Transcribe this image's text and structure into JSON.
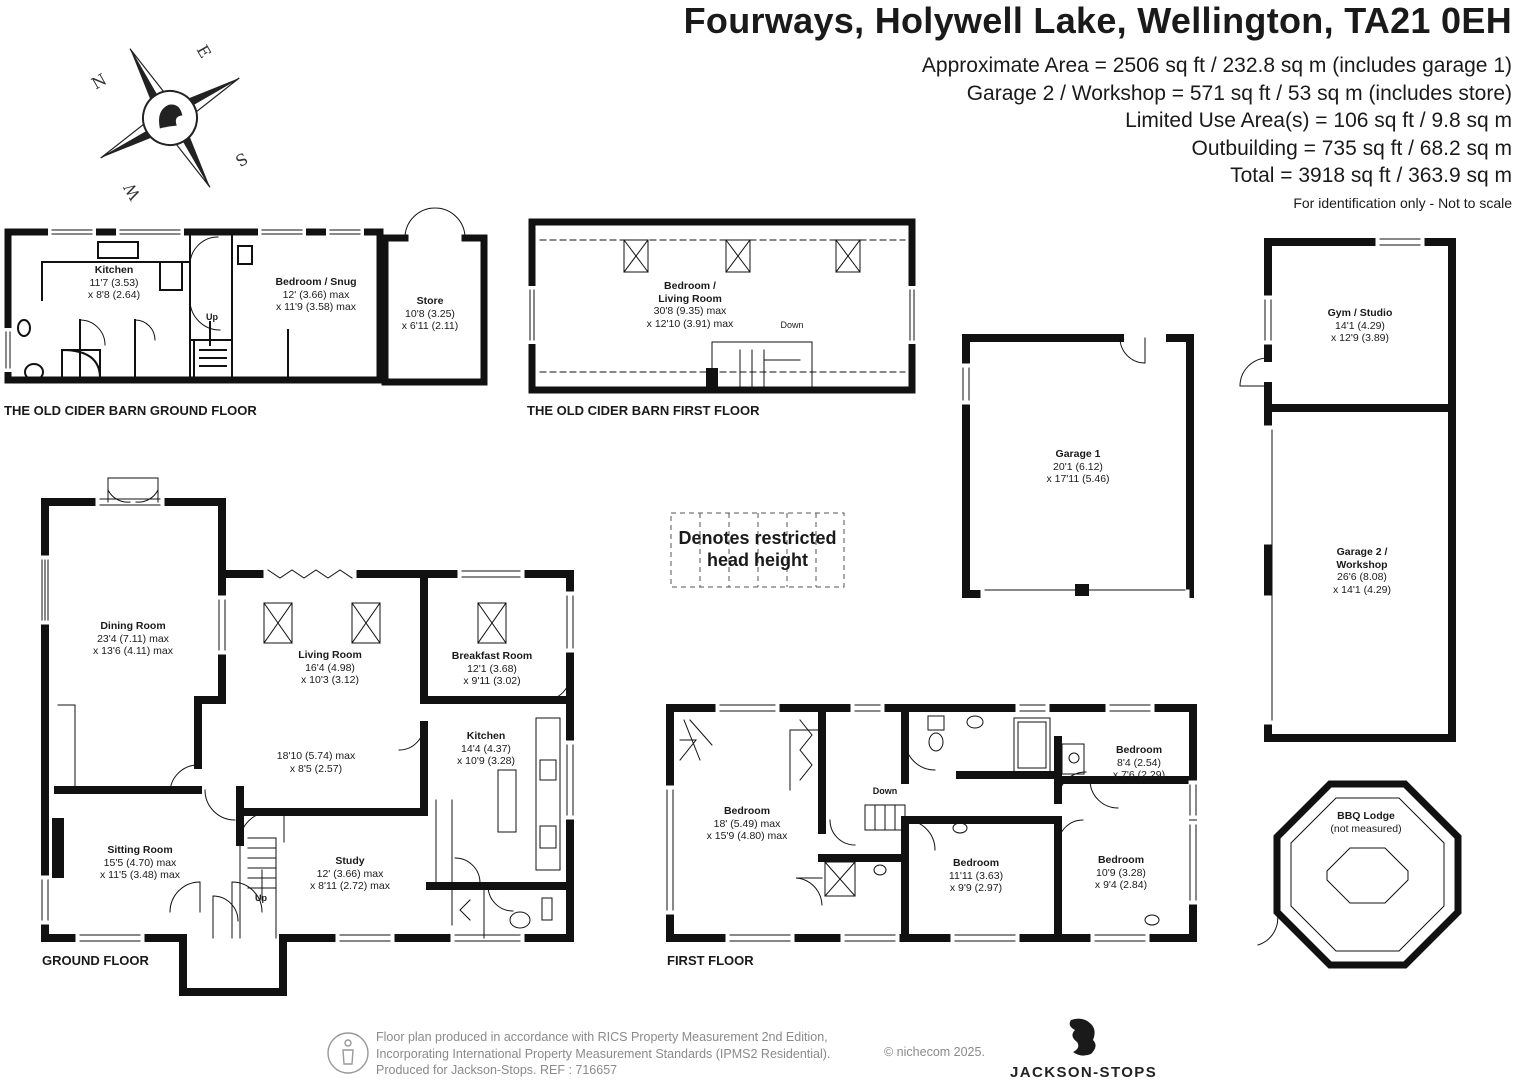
{
  "header": {
    "title": "Fourways, Holywell Lake, Wellington, TA21 0EH",
    "area_lines": [
      "Approximate Area = 2506 sq ft / 232.8 sq m (includes garage 1)",
      "Garage 2 / Workshop = 571 sq ft / 53 sq m (includes store)",
      "Limited Use Area(s) = 106 sq ft / 9.8 sq m",
      "Outbuilding = 735 sq ft / 68.2 sq m",
      "Total = 3918 sq ft / 363.9 sq m"
    ],
    "disclaimer": "For identification only - Not to scale"
  },
  "compass": {
    "letters": [
      "N",
      "E",
      "S",
      "W"
    ]
  },
  "floor_labels": {
    "barn_ground": "THE OLD CIDER BARN GROUND FLOOR",
    "barn_first": "THE OLD CIDER BARN FIRST FLOOR",
    "ground": "GROUND FLOOR",
    "first": "FIRST FLOOR"
  },
  "rooms": {
    "barn_kitchen": {
      "name": "Kitchen",
      "d1": "11'7 (3.53)",
      "d2": "x 8'8 (2.64)"
    },
    "barn_bedroom_snug": {
      "name": "Bedroom / Snug",
      "d1": "12' (3.66) max",
      "d2": "x 11'9 (3.58) max"
    },
    "store": {
      "name": "Store",
      "d1": "10'8 (3.25)",
      "d2": "x 6'11 (2.11)"
    },
    "barn_bedroom_living": {
      "name": "Bedroom /",
      "name2": "Living Room",
      "d1": "30'8 (9.35) max",
      "d2": "x 12'10 (3.91) max"
    },
    "gym": {
      "name": "Gym / Studio",
      "d1": "14'1 (4.29)",
      "d2": "x 12'9 (3.89)"
    },
    "garage1": {
      "name": "Garage 1",
      "d1": "20'1 (6.12)",
      "d2": "x 17'11 (5.46)"
    },
    "garage2": {
      "name": "Garage 2 /",
      "name2": "Workshop",
      "d1": "26'6 (8.08)",
      "d2": "x 14'1 (4.29)"
    },
    "dining": {
      "name": "Dining Room",
      "d1": "23'4 (7.11) max",
      "d2": "x 13'6 (4.11) max"
    },
    "living": {
      "name": "Living Room",
      "d1": "16'4 (4.98)",
      "d2": "x 10'3 (3.12)"
    },
    "living_extra": {
      "d1": "18'10 (5.74) max",
      "d2": "x 8'5 (2.57)"
    },
    "breakfast": {
      "name": "Breakfast Room",
      "d1": "12'1 (3.68)",
      "d2": "x 9'11 (3.02)"
    },
    "kitchen": {
      "name": "Kitchen",
      "d1": "14'4 (4.37)",
      "d2": "x 10'9 (3.28)"
    },
    "sitting": {
      "name": "Sitting Room",
      "d1": "15'5 (4.70) max",
      "d2": "x 11'5 (3.48) max"
    },
    "study": {
      "name": "Study",
      "d1": "12' (3.66) max",
      "d2": "x 8'11 (2.72) max"
    },
    "bed_main": {
      "name": "Bedroom",
      "d1": "18' (5.49) max",
      "d2": "x 15'9 (4.80) max"
    },
    "bed_small": {
      "name": "Bedroom",
      "d1": "8'4 (2.54)",
      "d2": "x 7'6 (2.29)"
    },
    "bed_mid": {
      "name": "Bedroom",
      "d1": "11'11 (3.63)",
      "d2": "x 9'9 (2.97)"
    },
    "bed_right": {
      "name": "Bedroom",
      "d1": "10'9 (3.28)",
      "d2": "x 9'4 (2.84)"
    },
    "bbq": {
      "name": "BBQ Lodge",
      "d1": "(not measured)"
    }
  },
  "stair_labels": {
    "barn_up": "Up",
    "barn_down": "Down",
    "ground_up": "Up",
    "first_down": "Down"
  },
  "restricted_note": {
    "line1": "Denotes restricted",
    "line2": "head height"
  },
  "footer": {
    "lines": [
      "Floor plan produced in accordance with RICS Property Measurement 2nd Edition,",
      "Incorporating International Property Measurement Standards (IPMS2 Residential).",
      "Produced for Jackson-Stops.   REF : 716657"
    ],
    "copyright": "© nichecom 2025.",
    "brand": "JACKSON-STOPS"
  }
}
